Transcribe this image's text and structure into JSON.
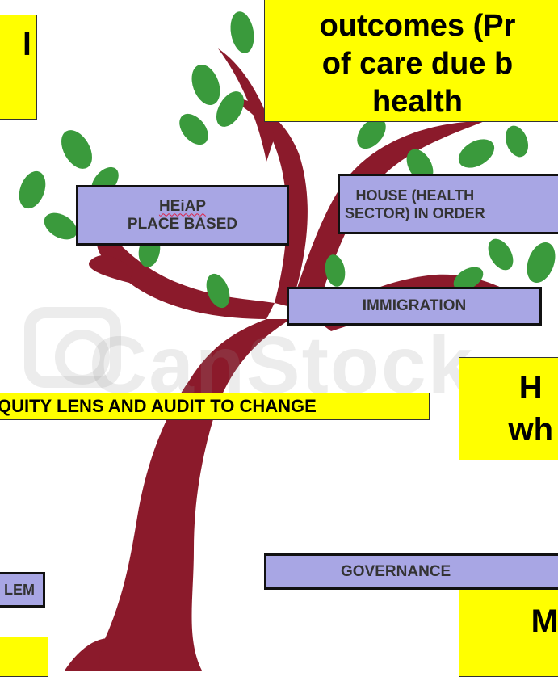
{
  "colors": {
    "trunk": "#8b1a2b",
    "leaf": "#3a9a3c",
    "callout": "#ffff00",
    "label_box": "#a8a6e4"
  },
  "watermark": {
    "text": "CanStock"
  },
  "callouts": {
    "top_left": "l",
    "top_right": "outcomes (Pr\nof care due b\nhealth",
    "mid_right": "H\nwh",
    "bottom_right": "M",
    "bottom_left": ""
  },
  "labels": {
    "heiap_line1": "HEiAP",
    "heiap_line2": "PLACE BASED",
    "house": "HOUSE (HEALTH\nSECTOR) IN ORDER",
    "immigration": "IMMIGRATION",
    "equity": "QUITY LENS AND AUDIT TO CHANGE",
    "governance": "GOVERNANCE",
    "problem": "LEM"
  }
}
